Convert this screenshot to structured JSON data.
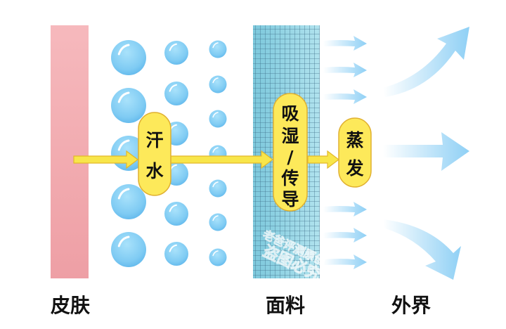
{
  "labels": {
    "skin": "皮肤",
    "fabric": "面料",
    "outside": "外界"
  },
  "pills": {
    "sweat": [
      "汗",
      "水"
    ],
    "wicking": [
      "吸",
      "湿",
      "/",
      "传",
      "导"
    ],
    "evaporate": [
      "蒸",
      "发"
    ]
  },
  "watermark": [
    "老爸评测原创",
    "盗图必究"
  ],
  "colors": {
    "skin": "#f3a9ae",
    "drop": "#7cc9f2",
    "fabric": "#8fd3e3",
    "pill": "#fde95a",
    "arrow": "#f8e64a",
    "flow": "#bfe6fb"
  }
}
